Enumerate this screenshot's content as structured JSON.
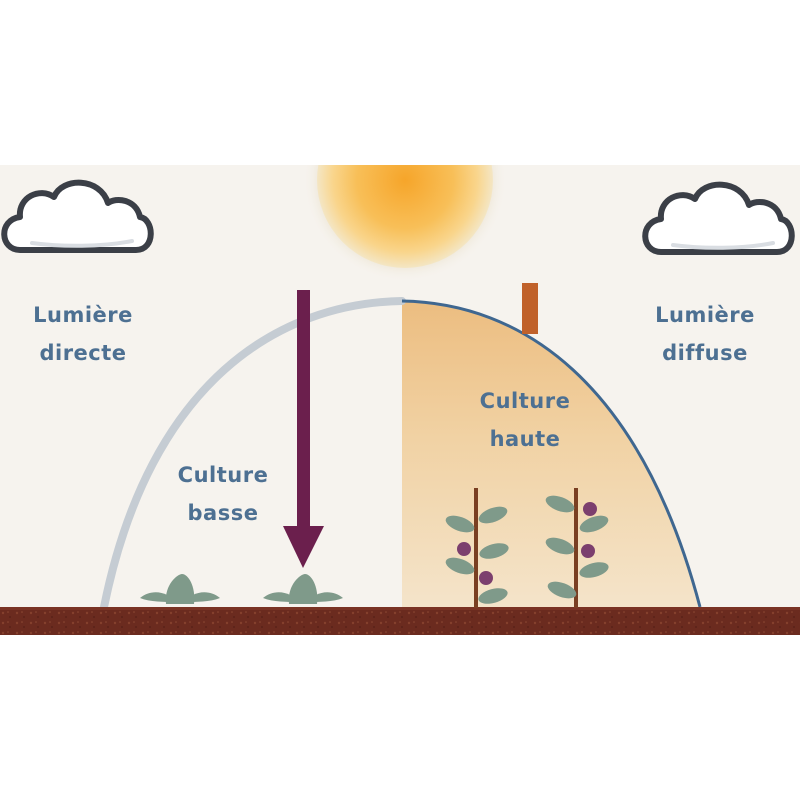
{
  "labels": {
    "left_title": [
      "Lumière",
      "directe"
    ],
    "right_title": [
      "Lumière",
      "diffuse"
    ],
    "low_crop": [
      "Culture",
      "basse"
    ],
    "high_crop": [
      "Culture",
      "haute"
    ]
  },
  "colors": {
    "background": "#f6f3ee",
    "text": "#4d7092",
    "arrow": "#6b1f4d",
    "soil": "#6b2b1f",
    "greenhouse_frame": "#c5ccd3",
    "greenhouse_frame_right": "#3f6790",
    "diffuse_fill_top": "#ecbf85",
    "diffuse_fill_bottom": "#f3e3c8",
    "sun_core": "#f7a82d",
    "leaf": "#7f9a8a",
    "flower": "#7c3f6e",
    "stake": "#7a3f22",
    "vent": "#c0612a"
  },
  "icons": [
    "cloud-icon",
    "sun-icon",
    "arrow-down-icon",
    "plant-icon",
    "flower-plant-icon"
  ]
}
